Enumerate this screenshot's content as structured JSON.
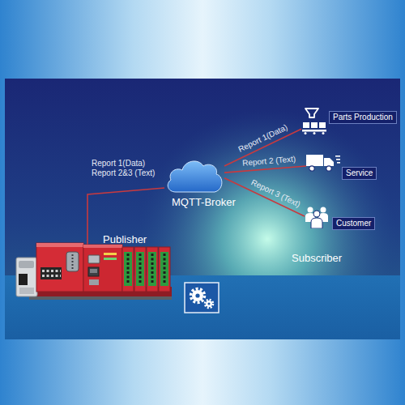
{
  "diagram": {
    "nodes": [
      {
        "text": [
          "Publisher"
        ]
      },
      {
        "text": [
          "MQTT-Broker"
        ]
      },
      {
        "text": [
          "Parts Production"
        ]
      },
      {
        "text": [
          "Service"
        ]
      },
      {
        "text": [
          "Customer"
        ]
      }
    ],
    "edges": [
      {
        "from": 0,
        "to": 1,
        "arrow": "none",
        "label": "Report 1(Data) Report 2&3 (Text)"
      },
      {
        "from": 1,
        "to": 2,
        "arrow": "none",
        "label": "Report 1(Data)"
      },
      {
        "from": 1,
        "to": 3,
        "arrow": "none",
        "label": "Report 2 (Text)"
      },
      {
        "from": 1,
        "to": 4,
        "arrow": "none",
        "label": "Report 3 (Text)"
      }
    ],
    "labels": [
      "Subscriber"
    ]
  }
}
